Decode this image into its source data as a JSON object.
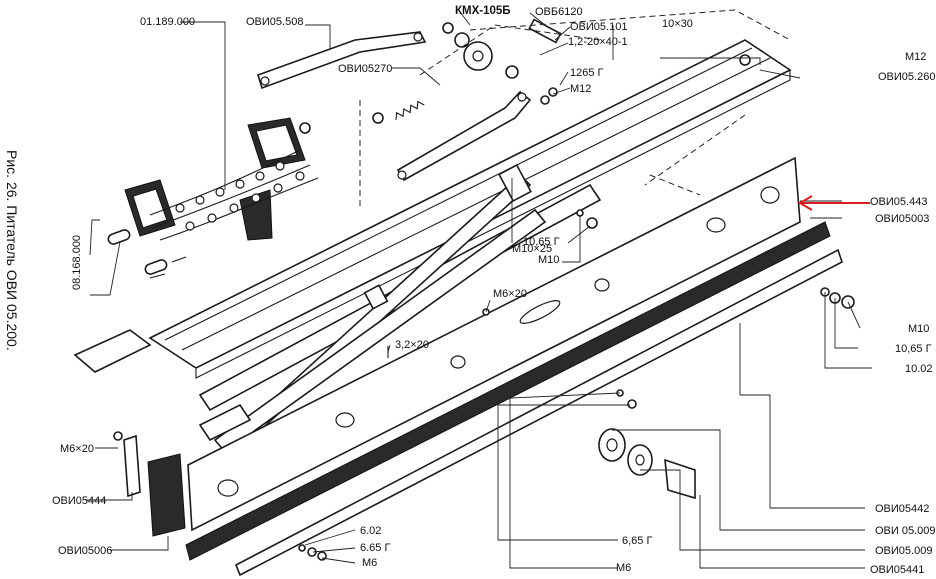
{
  "caption": "Рис. 26. Питатель ОВИ 05.200.",
  "accent_arrow_color": "#d42020",
  "labels": {
    "p01189000": "01.189.000",
    "ovi05508": "ОВИ05.508",
    "kmx1055": "КМХ-105Б",
    "ovb6120": "ОВБ6120",
    "ovi05101": "ОВИ05.101",
    "bolt_1_2": "1,2-20×40-1",
    "dim_10x30": "10×30",
    "m12_top_right": "М12",
    "ovi05260": "ОВИ05.260",
    "ovi05270": "ОВИ05270",
    "washer_1265": "1265 Г",
    "m12_mid": "М12",
    "ovi05443": "ОВИ05.443",
    "ovi05003": "ОВИ05003",
    "washer_1065_mid": "10,65 Г",
    "m10_mid": "М10",
    "m10x25": "М10×25",
    "p08168000": "08.168.000",
    "m6x20_mid": "М6×20",
    "m10_right": "М10",
    "washer_1065_right": "10,65 Г",
    "p1002": "10.02",
    "pin_3_2": "3,2×20",
    "m6x20_left": "М6×20",
    "ovi05444": "ОВИ05444",
    "ovi05006": "ОВИ05006",
    "ovi05442": "ОВИ05442",
    "ovi05009_a": "ОВИ 05.009",
    "ovi05009_b": "ОВИ05.009",
    "ovi05441": "ОВИ05441",
    "p602": "6.02",
    "washer_665_left": "6.65 Г",
    "m6_left": "М6",
    "washer_665_center": "6,65 Г",
    "m6_center": "М6"
  }
}
